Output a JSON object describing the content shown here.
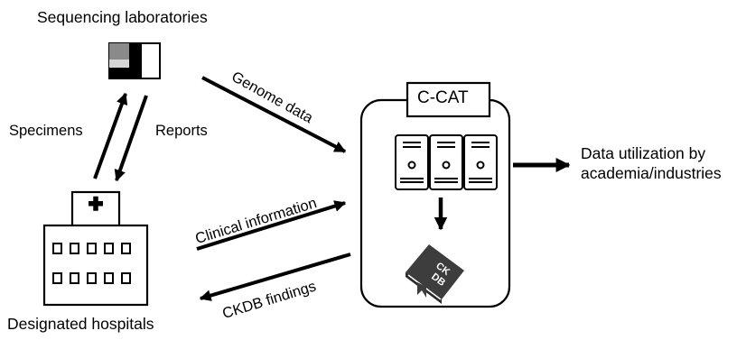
{
  "nodes": {
    "sequencing_labs": "Sequencing laboratories",
    "hospitals": "Designated hospitals",
    "ccat": "C-CAT",
    "ckdb_book": "CK\nDB",
    "utilization": "Data utilization by\nacademia/industries"
  },
  "edges": {
    "specimens": "Specimens",
    "reports": "Reports",
    "genome_data": "Genome data",
    "clinical_information": "Clinical information",
    "ckdb_findings": "CKDB findings"
  },
  "icons": {
    "sequencer": "sequencer-icon",
    "hospital": "hospital-icon",
    "server": "server-icon",
    "database_book": "book-icon"
  },
  "colors": {
    "ink": "#000000",
    "book": "#3d3d3d",
    "server_fill": "#ffffff",
    "sequencer_gray": "#8a8a8a",
    "sequencer_light": "#d6d6d6"
  }
}
